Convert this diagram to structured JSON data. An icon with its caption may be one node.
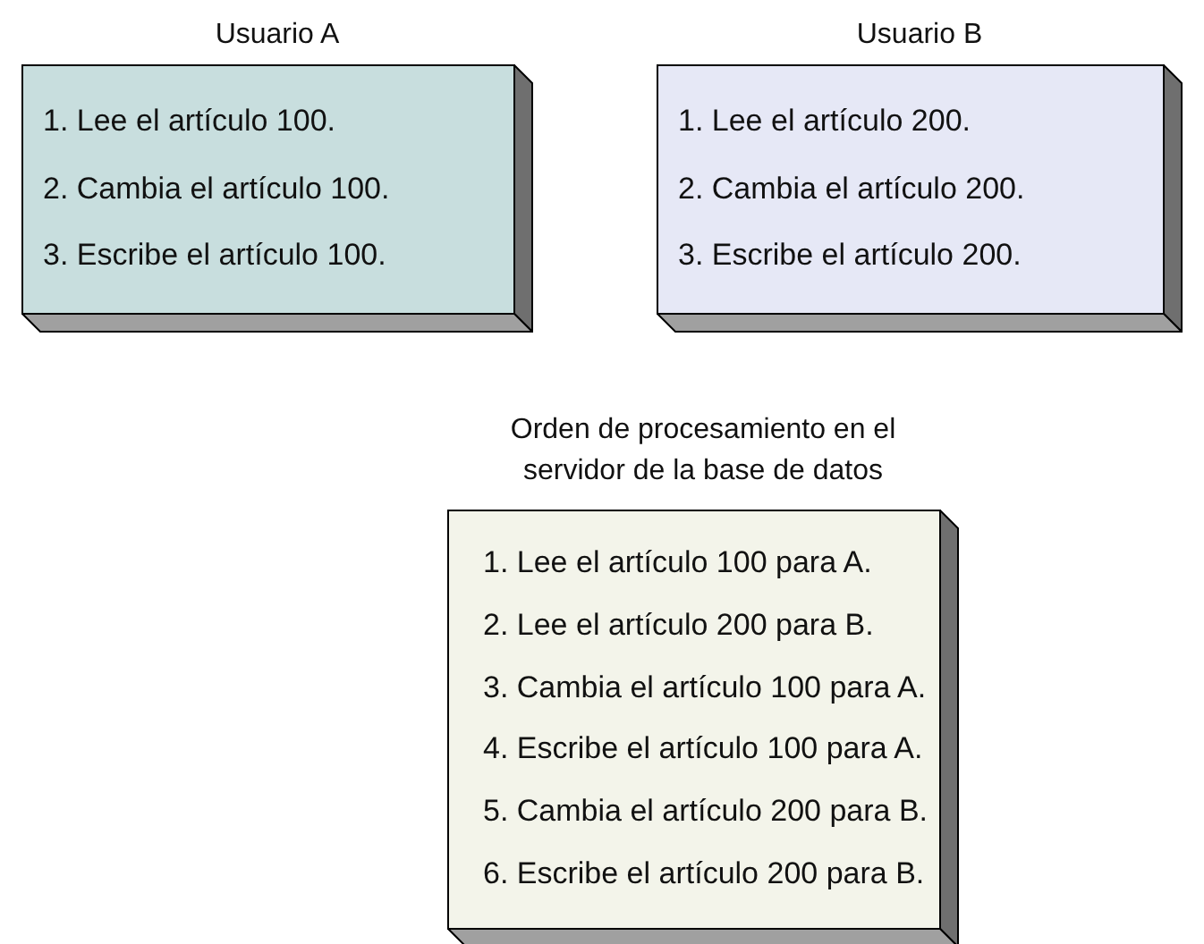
{
  "diagram": {
    "nodes": [
      {
        "text": [
          "Usuario A",
          "1. Lee el artículo 100.",
          "2. Cambia el artículo 100.",
          "3. Escribe el artículo 100."
        ]
      },
      {
        "text": [
          "Usuario B",
          "1. Lee el artículo 200.",
          "2. Cambia el artículo 200.",
          "3. Escribe el artículo 200."
        ]
      },
      {
        "text": [
          "Orden de procesamiento en el servidor de la base de datos",
          "1. Lee el artículo 100 para A.",
          "2. Lee el artículo 200 para B.",
          "3. Cambia el artículo 100 para A.",
          "4. Escribe el artículo 100 para A.",
          "5. Cambia el artículo 200 para B.",
          "6. Escribe el artículo 200 para B."
        ]
      }
    ]
  }
}
